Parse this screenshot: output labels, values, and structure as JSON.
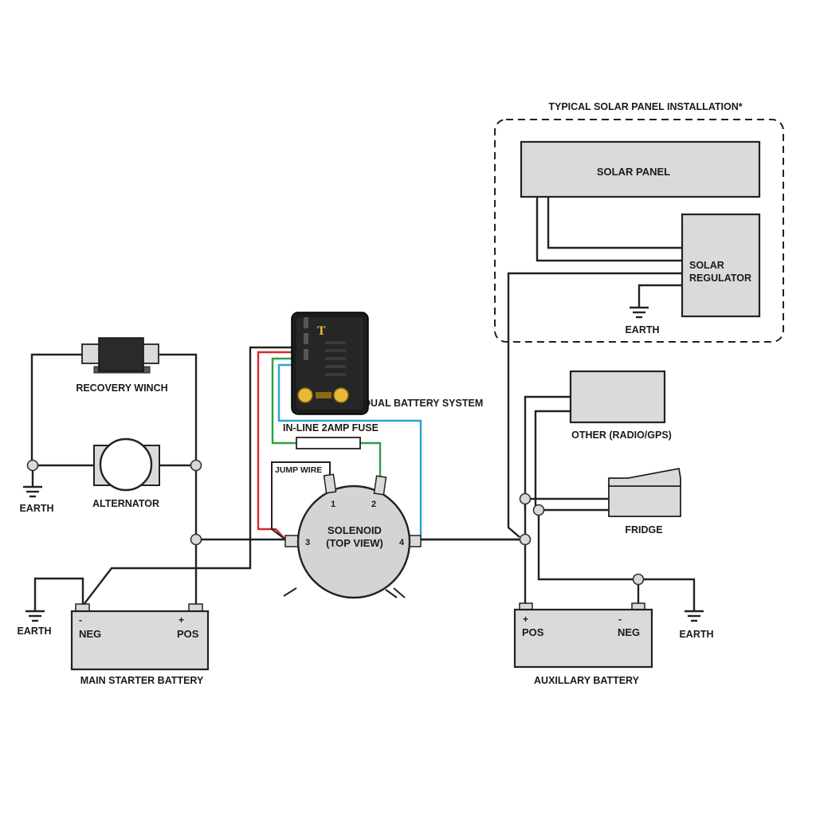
{
  "diagram": {
    "solar_section_title": "TYPICAL SOLAR PANEL INSTALLATION*",
    "solar_panel": "SOLAR PANEL",
    "solar_regulator_line1": "SOLAR",
    "solar_regulator_line2": "REGULATOR",
    "earth_solar": "EARTH",
    "recovery_winch": "RECOVERY WINCH",
    "alternator": "ALTERNATOR",
    "earth_left": "EARTH",
    "earth_main_battery": "EARTH",
    "dual_battery_system": "DUAL BATTERY SYSTEM",
    "inline_fuse": "IN-LINE 2AMP FUSE",
    "jump_wire": "JUMP WIRE",
    "solenoid_line1": "SOLENOID",
    "solenoid_line2": "(TOP VIEW)",
    "terminal_1": "1",
    "terminal_2": "2",
    "terminal_3": "3",
    "terminal_4": "4",
    "main_battery": {
      "neg_sign": "-",
      "pos_sign": "+",
      "neg": "NEG",
      "pos": "POS",
      "label": "MAIN STARTER BATTERY"
    },
    "aux_battery": {
      "pos_sign": "+",
      "neg_sign": "-",
      "pos": "POS",
      "neg": "NEG",
      "label": "AUXILLARY BATTERY"
    },
    "other_device": "OTHER (RADIO/GPS)",
    "fridge": "FRIDGE",
    "earth_aux": "EARTH",
    "controller_brand": "T"
  },
  "colors": {
    "wire_black": "#222222",
    "wire_red": "#d9262b",
    "wire_green": "#2e9e48",
    "wire_blue": "#2ba3cf",
    "component_grey": "#dadada",
    "controller_body": "#1c1c1c",
    "controller_accent": "#e8b93a"
  }
}
